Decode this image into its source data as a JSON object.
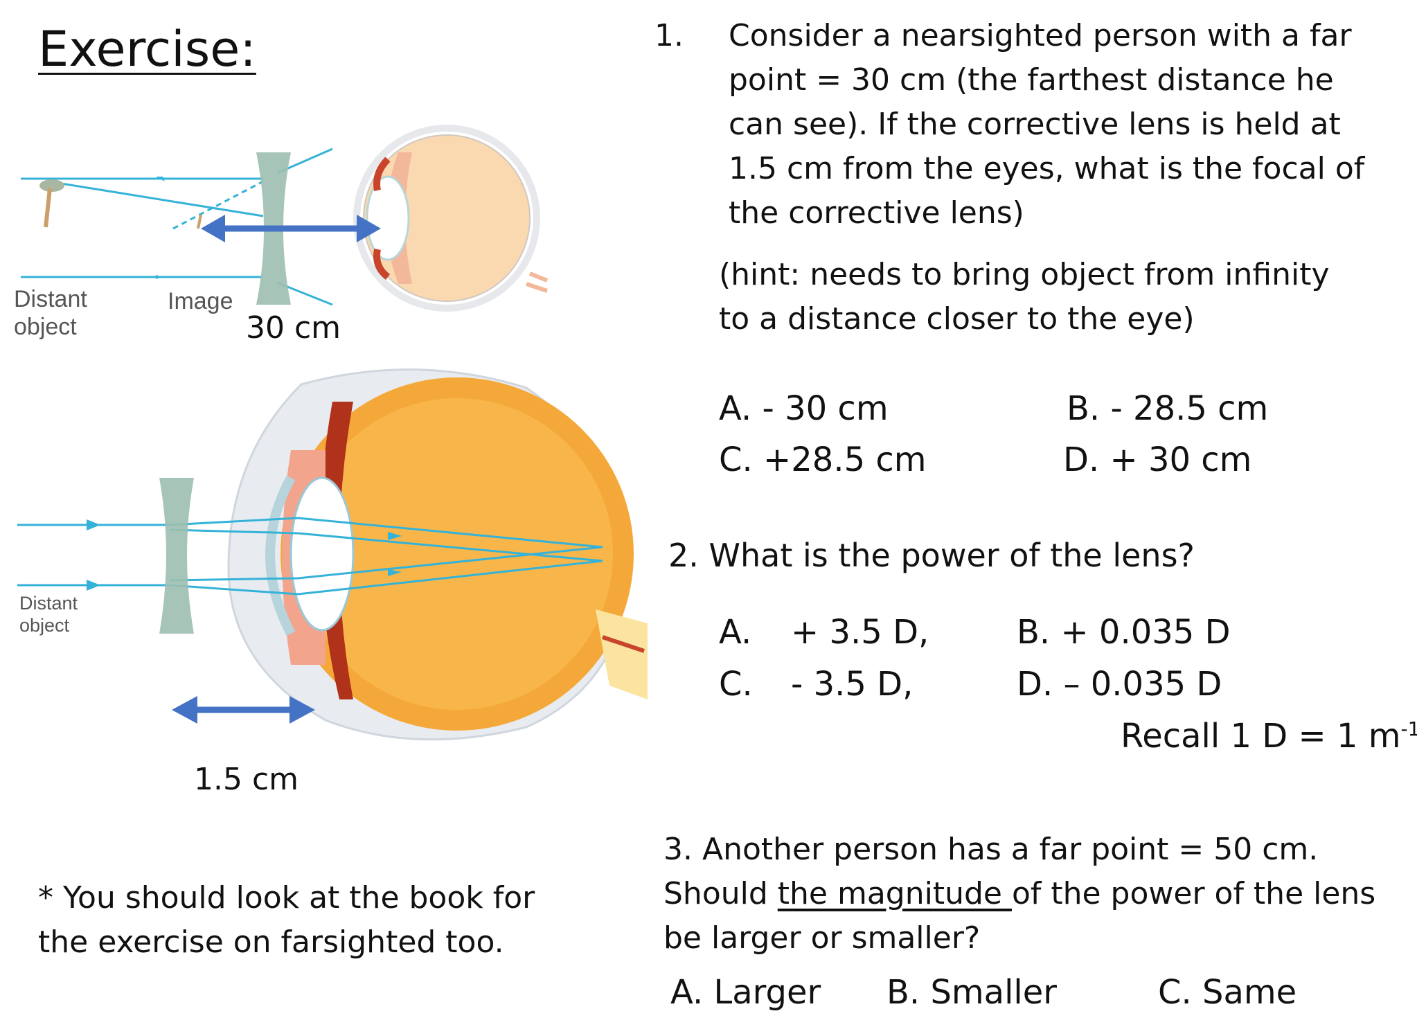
{
  "title": "Exercise:",
  "diagram_top": {
    "label_object": [
      "Distant",
      "object"
    ],
    "label_image": "Image",
    "distance": "30 cm"
  },
  "diagram_bottom": {
    "label_object": [
      "Distant",
      "object"
    ],
    "distance": "1.5 cm"
  },
  "note": [
    "* You should look at the book for",
    "the exercise on farsighted too."
  ],
  "q1": {
    "number": "1.",
    "lines": [
      "Consider a nearsighted person with a far",
      "point = 30 cm (the farthest distance he",
      "can see). If the corrective lens is held at",
      "1.5 cm from the eyes, what is the focal of",
      "the corrective lens)"
    ],
    "hint": [
      "(hint: needs to bring object from infinity",
      "to a distance closer to the eye)"
    ],
    "options": {
      "a": "A.  - 30 cm",
      "b": "B. - 28.5 cm",
      "c": "C.  +28.5 cm",
      "d": "D. + 30 cm"
    }
  },
  "q2": {
    "question": "2. What is the power of the lens?",
    "options": {
      "a_letter": "A.",
      "a_value": "+ 3.5 D,",
      "b": "B. + 0.035 D",
      "c_letter": "C.",
      "c_value": "- 3.5 D,",
      "d": "D. – 0.035 D"
    },
    "recall_main": "Recall 1 D = 1 m",
    "recall_sup": "-1"
  },
  "q3": {
    "line1": "3. Another person has a far point = 50 cm.",
    "line2_pre": "Should ",
    "line2_u": "the magnitude ",
    "line2_post": "of the power of the lens",
    "line3": "be larger or smaller?",
    "options": {
      "a": "A. Larger",
      "b": "B. Smaller",
      "c": "C. Same"
    }
  },
  "colors": {
    "arrow": "#4472c4",
    "ray": "#35b2d8",
    "lens": "#9cbfb0",
    "eye": "#f7b143",
    "choroid": "#b0321a"
  }
}
